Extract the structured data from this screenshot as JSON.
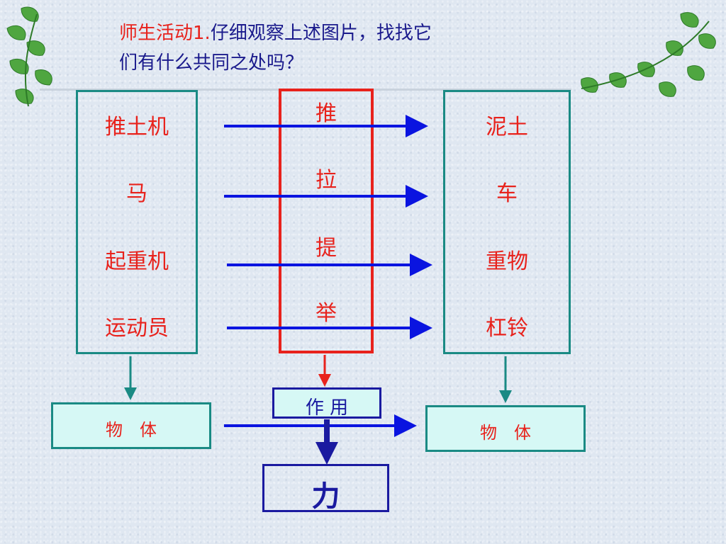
{
  "title": {
    "lead": "师生活动1.",
    "line1": "仔细观察上述图片，找找它",
    "line2": "们有什么共同之处吗？"
  },
  "left_box": {
    "items": [
      "推土机",
      "马",
      "起重机",
      "运动员"
    ]
  },
  "middle_box": {
    "items": [
      "推",
      "拉",
      "提",
      "举"
    ]
  },
  "right_box": {
    "items": [
      "泥土",
      "车",
      "重物",
      "杠铃"
    ]
  },
  "object_left": "物　体",
  "object_right": "物　体",
  "action_box": "作  用",
  "result_box": "力",
  "colors": {
    "accent_red": "#e8221c",
    "teal": "#1a8a84",
    "blue_arrow": "#0a14e0",
    "dark_blue": "#1a1aa0",
    "cyan_fill": "#d6f8f5"
  }
}
